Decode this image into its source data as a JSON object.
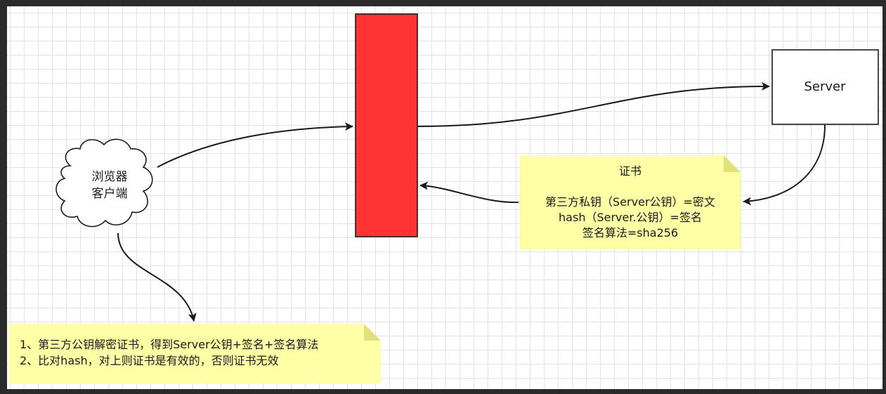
{
  "colors": {
    "background": "#2b2b2b",
    "canvas": "#ffffff",
    "grid": "#e3e3e3",
    "proxy_fill": "#ff3333",
    "note_fill": "#ffffa6",
    "note_fold": "#e1e07a",
    "stroke": "#1a1a1a"
  },
  "client": {
    "label_line1": "浏览器",
    "label_line2": "客户端",
    "shape": "cloud"
  },
  "server": {
    "label": "Server"
  },
  "certificate_note": {
    "title": "证书",
    "line1": "第三方私钥（Server公钥）=密文",
    "line2": "hash（Server.公钥）=签名",
    "line3": "签名算法=sha256"
  },
  "verification_note": {
    "line1": "1、第三方公钥解密证书，得到Server公钥+签名+签名算法",
    "line2": "2、比对hash，对上则证书是有效的，否则证书无效"
  },
  "icons": {
    "arrowhead": "arrow-head-icon",
    "note_fold": "folded-corner-icon"
  }
}
